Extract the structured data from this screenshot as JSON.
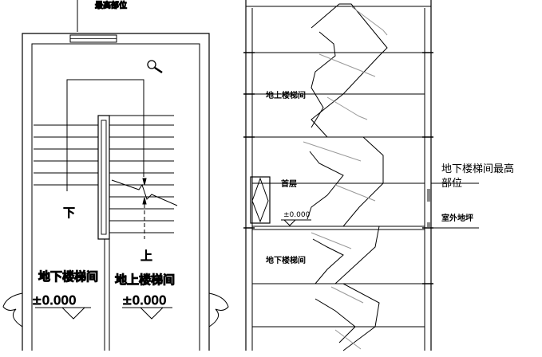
{
  "plan": {
    "top_label_fragment": "最高部位",
    "down_mark": "下",
    "up_mark": "上",
    "left_room": "地下楼梯间",
    "right_room": "地上楼梯间",
    "left_level": "±0.000",
    "right_level": "±0.000",
    "magnifier_icon": "magnifier-icon"
  },
  "section": {
    "upper_room": "地上楼梯间",
    "lower_room": "地下楼梯间",
    "ground_floor": "首层",
    "ground_level": "±0.000",
    "highest_part_line1": "地下楼梯间最高",
    "highest_part_line2": "部位",
    "outdoor_ground": "室外地坪"
  }
}
